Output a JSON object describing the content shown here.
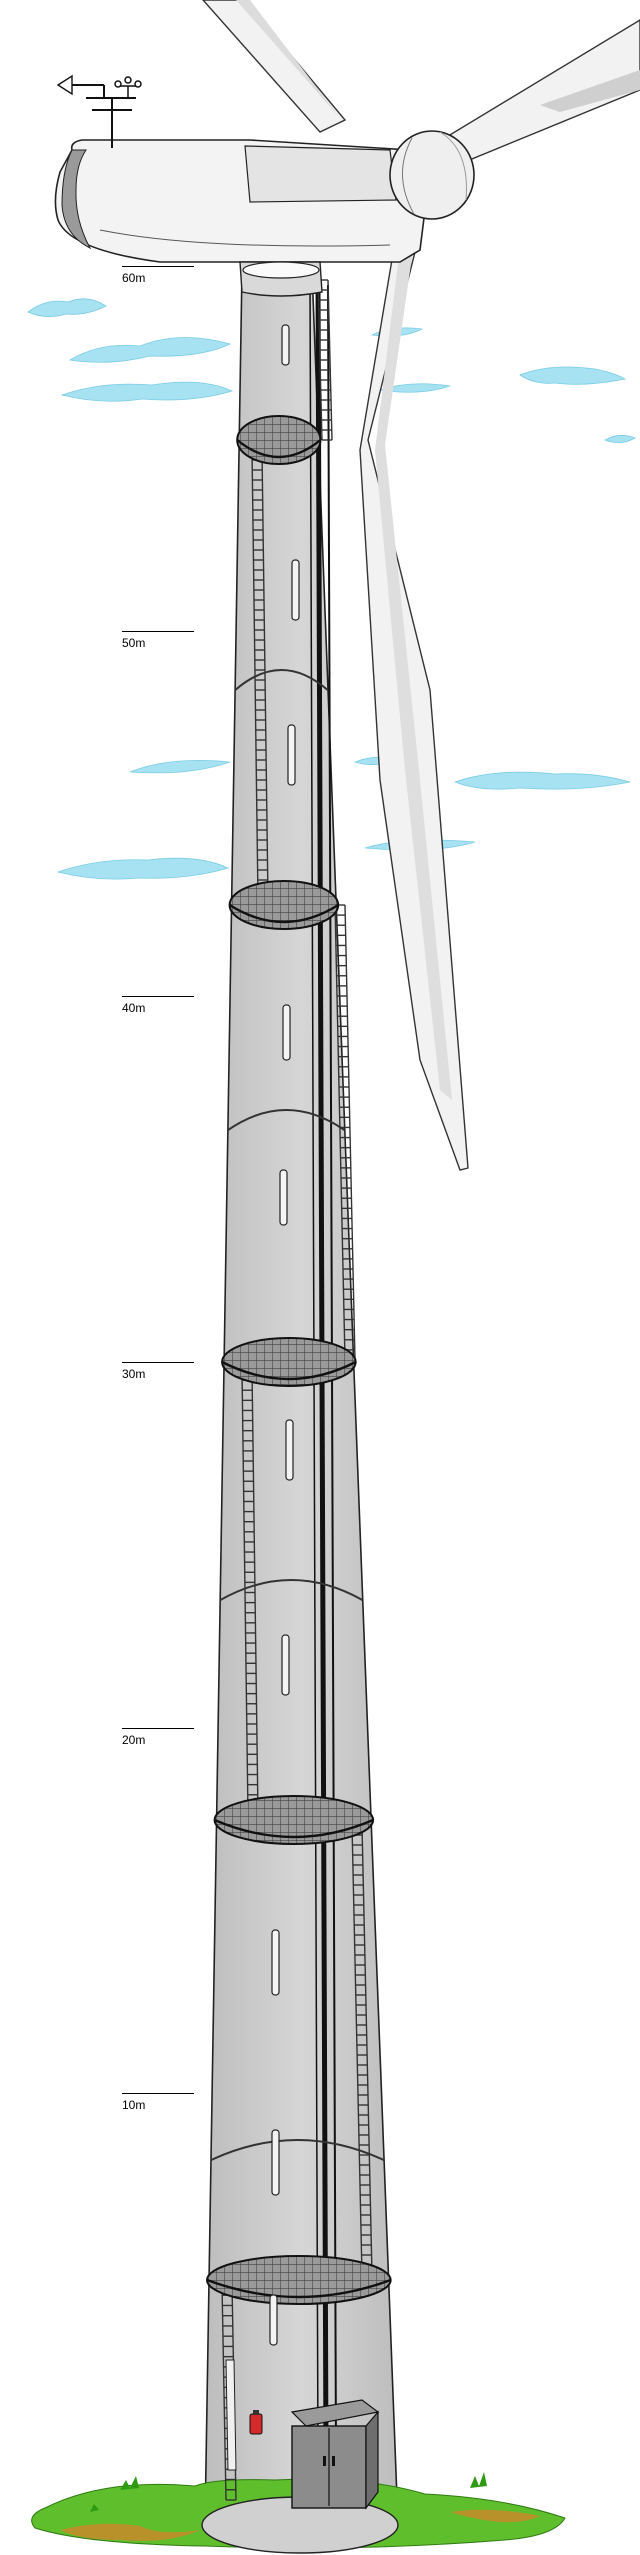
{
  "height_scale": {
    "marks": [
      {
        "label": "60m"
      },
      {
        "label": "50m"
      },
      {
        "label": "40m"
      },
      {
        "label": "30m"
      },
      {
        "label": "20m"
      },
      {
        "label": "10m"
      }
    ]
  },
  "colors": {
    "tower_fill": "#d3d3d3",
    "tower_inner": "#c2c2c2",
    "blade_fill": "#f2f2f2",
    "cloud": "#9ddff0",
    "grass": "#5fbe2b",
    "soil": "#c98a2a",
    "cable": "#111111"
  },
  "icons": [
    "anemometer-icon",
    "wind-vane-icon",
    "electrical-cabinet-icon",
    "fire-extinguisher-icon"
  ]
}
